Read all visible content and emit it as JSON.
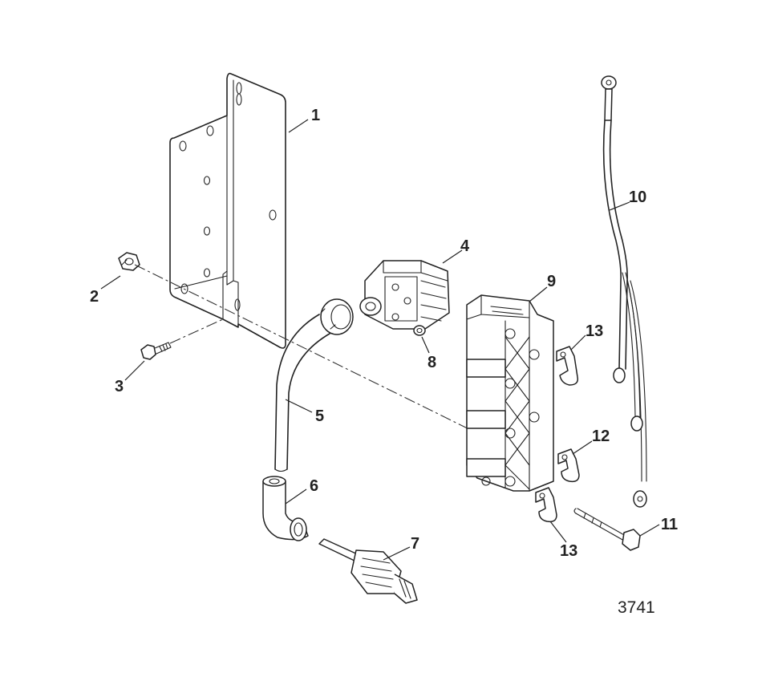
{
  "diagram": {
    "callouts": [
      {
        "id": "c1",
        "label": "1"
      },
      {
        "id": "c2",
        "label": "2"
      },
      {
        "id": "c3",
        "label": "3"
      },
      {
        "id": "c4",
        "label": "4"
      },
      {
        "id": "c5",
        "label": "5"
      },
      {
        "id": "c6",
        "label": "6"
      },
      {
        "id": "c7",
        "label": "7"
      },
      {
        "id": "c8",
        "label": "8"
      },
      {
        "id": "c9",
        "label": "9"
      },
      {
        "id": "c10",
        "label": "10"
      },
      {
        "id": "c11",
        "label": "11"
      },
      {
        "id": "c12",
        "label": "12"
      },
      {
        "id": "c13a",
        "label": "13"
      },
      {
        "id": "c13b",
        "label": "13"
      }
    ],
    "reference_number": "3741"
  }
}
